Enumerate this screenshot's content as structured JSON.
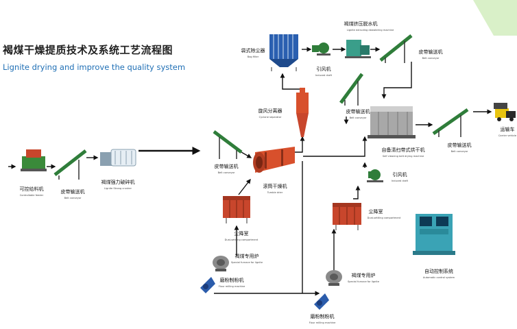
{
  "title_cn": "褐煤干燥提质技术及系统工艺流程图",
  "title_en": "Lignite drying and improve the quality system",
  "colors": {
    "title_cn": "#222222",
    "title_en": "#1f6fb5",
    "accent_corner": "#d9f0c8",
    "equipment_red": "#c8462c",
    "conveyor_green": "#2f7d3a",
    "baghouse_blue": "#2a5fb0",
    "motor_blue": "#2b5cab",
    "truck_yellow": "#e8c410",
    "cabinet_teal": "#3aa3b5",
    "flow_line": "#111111"
  },
  "equipment": {
    "feeder": {
      "cn": "可控给料机",
      "en": "Controllable feeder",
      "icon": "feeder-icon"
    },
    "conveyor1": {
      "cn": "皮带输送机",
      "en": "Belt conveyor",
      "icon": "conveyor-icon"
    },
    "crusher": {
      "cn": "褐煤强力破碎机",
      "en": "Lignite Strong crusher",
      "icon": "crusher-icon"
    },
    "conveyor2": {
      "cn": "皮带输送机",
      "en": "Belt conveyor",
      "icon": "conveyor-icon"
    },
    "baghouse": {
      "cn": "袋式除尘器",
      "en": "Bag filter",
      "icon": "bag-filter-icon"
    },
    "draft_fan1": {
      "cn": "引风机",
      "en": "Induced draft",
      "icon": "fan-icon"
    },
    "cyclone": {
      "cn": "旋风分离器",
      "en": "Cyclone separator",
      "icon": "cyclone-icon"
    },
    "dewater": {
      "cn": "褐煤挤压脱水机",
      "en": "Lignite extruding dewatering machine",
      "icon": "dewatering-icon"
    },
    "conveyor3": {
      "cn": "皮带输送机",
      "en": "Belt conveyor",
      "icon": "conveyor-icon"
    },
    "conveyor4": {
      "cn": "皮带输送机",
      "en": "Belt conveyor",
      "icon": "conveyor-icon"
    },
    "dryer": {
      "cn": "滚筒干燥机",
      "en": "Tumble drier",
      "icon": "drum-dryer-icon"
    },
    "belt_dryer": {
      "cn": "自备清扫带式烘干机",
      "en": "Self cleaning belt drying machine",
      "icon": "belt-dryer-icon"
    },
    "conveyor5": {
      "cn": "皮带输送机",
      "en": "Belt conveyor",
      "icon": "conveyor-icon"
    },
    "truck": {
      "cn": "运输车",
      "en": "Carrier vehicle",
      "icon": "truck-icon"
    },
    "dust1": {
      "cn": "尘降室",
      "en": "Dust-settling compartment",
      "icon": "dust-chamber-icon"
    },
    "furnace1": {
      "cn": "褐煤专用炉",
      "en": "Special furnace for lignite",
      "icon": "furnace-icon"
    },
    "mill1": {
      "cn": "磨粉制粉机",
      "en": "Flour milling machine",
      "icon": "mill-icon"
    },
    "draft_fan2": {
      "cn": "引风机",
      "en": "Induced draft",
      "icon": "fan-icon"
    },
    "dust2": {
      "cn": "尘降室",
      "en": "Dust-settling compartment",
      "icon": "dust-chamber-icon"
    },
    "furnace2": {
      "cn": "褐煤专用炉",
      "en": "Special furnace for lignite",
      "icon": "furnace-icon"
    },
    "mill2": {
      "cn": "磨粉制粉机",
      "en": "Flour milling machine",
      "icon": "mill-icon"
    },
    "control": {
      "cn": "自动控制系统",
      "en": "Automatic control system",
      "icon": "control-cabinet-icon"
    }
  }
}
